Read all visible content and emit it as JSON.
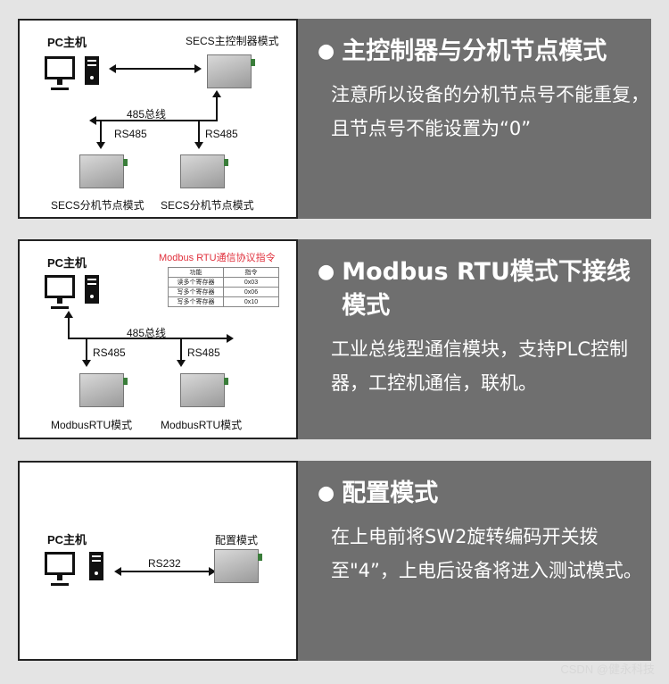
{
  "sections": [
    {
      "title": "主控制器与分机节点模式",
      "body": "注意所以设备的分机节点号不能重复，且节点号不能设置为“0”",
      "diagram": {
        "pc_label": "PC主机",
        "master_label": "SECS主控制器模式",
        "bus_label": "485总线",
        "rs_left": "RS485",
        "rs_right": "RS485",
        "node_left": "SECS分机节点模式",
        "node_right": "SECS分机节点模式"
      }
    },
    {
      "title": "Modbus RTU模式下接线模式",
      "body": "工业总线型通信模块，支持PLC控制器，工控机通信，联机。",
      "diagram": {
        "pc_label": "PC主机",
        "table_title": "Modbus RTU通信协议指令",
        "table_header": [
          "功能",
          "指令"
        ],
        "table_rows": [
          [
            "读多个寄存器",
            "0x03"
          ],
          [
            "写多个寄存器",
            "0x06"
          ],
          [
            "写多个寄存器",
            "0x10"
          ]
        ],
        "bus_label": "485总线",
        "rs_left": "RS485",
        "rs_right": "RS485",
        "node_left": "ModbusRTU模式",
        "node_right": "ModbusRTU模式"
      }
    },
    {
      "title": "配置模式",
      "body": "在上电前将SW2旋转编码开关拨至\"4”，上电后设备将进入测试模式。",
      "diagram": {
        "pc_label": "PC主机",
        "link_label": "RS232",
        "device_label": "配置模式"
      }
    }
  ],
  "watermark": "CSDN @健永科技",
  "colors": {
    "background": "#e4e4e4",
    "panel": "#6f6f6f",
    "table_title": "#e0303c"
  }
}
